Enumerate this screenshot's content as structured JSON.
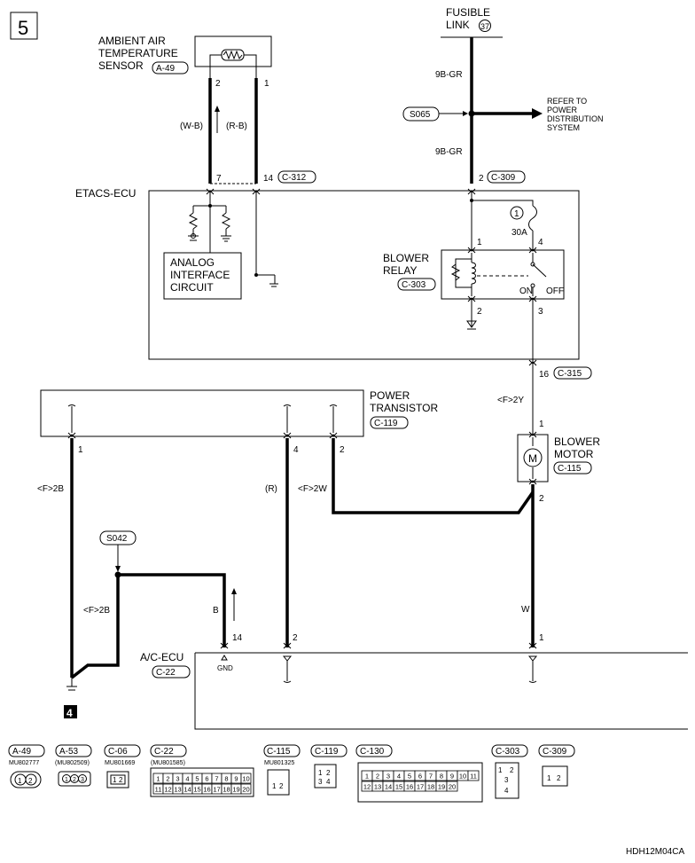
{
  "page_number": "5",
  "figure_code": "HDH12M04CA",
  "fusible": {
    "label_line1": "FUSIBLE",
    "label_line2": "LINK",
    "number": "37"
  },
  "ambient_sensor": {
    "line1": "AMBIENT AIR",
    "line2": "TEMPERATURE",
    "line3": "SENSOR",
    "connector": "A-49"
  },
  "etacs": {
    "label": "ETACS-ECU",
    "connector_left": "C-312",
    "connector_right": "C-309"
  },
  "analog_circuit": {
    "line1": "ANALOG",
    "line2": "INTERFACE",
    "line3": "CIRCUIT"
  },
  "blower_relay": {
    "line1": "BLOWER",
    "line2": "RELAY",
    "connector": "C-303",
    "on": "ON",
    "off": "OFF"
  },
  "fuse": {
    "number": "1",
    "rating": "30A"
  },
  "splices": {
    "s065": "S065",
    "s042": "S042"
  },
  "refer_to": {
    "line1": "REFER TO",
    "line2": "POWER",
    "line3": "DISTRIBUTION",
    "line4": "SYSTEM"
  },
  "power_transistor": {
    "line1": "POWER",
    "line2": "TRANSISTOR",
    "connector": "C-119"
  },
  "blower_motor": {
    "line1": "BLOWER",
    "line2": "MOTOR",
    "connector": "C-115",
    "symbol": "M"
  },
  "ac_ecu": {
    "label": "A/C-ECU",
    "connector": "C-22",
    "gnd": "GND"
  },
  "ground_ref": "4",
  "wires": {
    "w_9bgr_top": "9B-GR",
    "w_9bgr_bot": "9B-GR",
    "w_wb": "(W-B)",
    "w_rb": "(R-B)",
    "w_f2y": "<F>2Y",
    "w_f2b_1": "<F>2B",
    "w_f2b_2": "<F>2B",
    "w_r": "(R)",
    "w_f2w": "<F>2W",
    "w_b": "B",
    "w_w": "W"
  },
  "pins": {
    "sens_2": "2",
    "sens_1": "1",
    "etacs_7": "7",
    "etacs_14": "14",
    "etacs_2": "2",
    "relay_1": "1",
    "relay_2": "2",
    "relay_3": "3",
    "relay_4": "4",
    "c315_16": "16",
    "c315": "C-315",
    "pt_1": "1",
    "pt_4": "4",
    "pt_2": "2",
    "mot_1": "1",
    "mot_2": "2",
    "ac_14": "14",
    "ac_2": "2",
    "ac_1": "1"
  },
  "connectors": [
    {
      "name": "A-49",
      "part": "MU802777",
      "pins": [
        "1",
        "2"
      ]
    },
    {
      "name": "A-53",
      "part": "(MU802509)",
      "pins": [
        "1",
        "2",
        "3"
      ]
    },
    {
      "name": "C-06",
      "part": "MU801669",
      "pins": [
        "1",
        "2"
      ]
    },
    {
      "name": "C-22",
      "part": "(MU801585)",
      "pins_top": [
        "1",
        "2",
        "3",
        "4",
        "5",
        "6",
        "7",
        "8",
        "9",
        "10"
      ],
      "pins_bot": [
        "11",
        "12",
        "13",
        "14",
        "15",
        "16",
        "17",
        "18",
        "19",
        "20"
      ]
    },
    {
      "name": "C-115",
      "part": "MU801325",
      "pins": [
        "1",
        "2"
      ]
    },
    {
      "name": "C-119",
      "part": "",
      "pins": [
        "1",
        "2",
        "3",
        "4"
      ]
    },
    {
      "name": "C-130",
      "part": "",
      "pins_top": [
        "1",
        "2",
        "3",
        "4",
        "5",
        "6",
        "7",
        "8",
        "9",
        "10",
        "11"
      ],
      "pins_bot": [
        "12",
        "13",
        "14",
        "15",
        "16",
        "17",
        "18",
        "19",
        "20"
      ]
    },
    {
      "name": "C-303",
      "part": "",
      "pins": [
        "1",
        "2",
        "3",
        "4"
      ]
    },
    {
      "name": "C-309",
      "part": "",
      "pins": [
        "1",
        "2"
      ]
    }
  ]
}
